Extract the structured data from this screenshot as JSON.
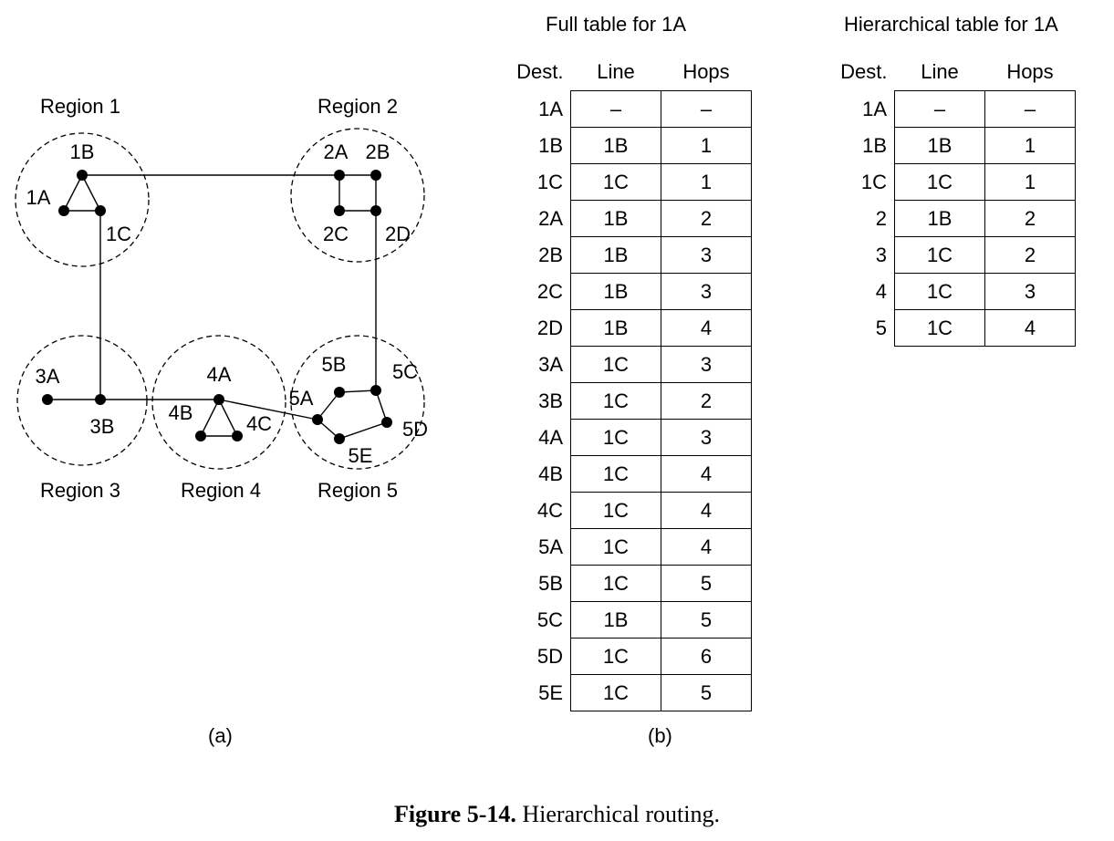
{
  "network": {
    "regions": [
      {
        "name": "Region 1"
      },
      {
        "name": "Region 2"
      },
      {
        "name": "Region 3"
      },
      {
        "name": "Region 4"
      },
      {
        "name": "Region 5"
      }
    ],
    "routers": [
      "1A",
      "1B",
      "1C",
      "2A",
      "2B",
      "2C",
      "2D",
      "3A",
      "3B",
      "4A",
      "4B",
      "4C",
      "5A",
      "5B",
      "5C",
      "5D",
      "5E"
    ],
    "links": [
      [
        "1A",
        "1B"
      ],
      [
        "1B",
        "1C"
      ],
      [
        "1A",
        "1C"
      ],
      [
        "1B",
        "2A"
      ],
      [
        "2A",
        "2B"
      ],
      [
        "2A",
        "2C"
      ],
      [
        "2B",
        "2D"
      ],
      [
        "2C",
        "2D"
      ],
      [
        "1C",
        "3B"
      ],
      [
        "2D",
        "5C"
      ],
      [
        "3A",
        "3B"
      ],
      [
        "3B",
        "4A"
      ],
      [
        "4A",
        "4B"
      ],
      [
        "4A",
        "4C"
      ],
      [
        "4B",
        "4C"
      ],
      [
        "4A",
        "5A"
      ],
      [
        "5A",
        "5B"
      ],
      [
        "5B",
        "5C"
      ],
      [
        "5C",
        "5D"
      ],
      [
        "5D",
        "5E"
      ],
      [
        "5E",
        "5A"
      ]
    ],
    "sublabel": "(a)"
  },
  "full_table": {
    "title": "Full table for 1A",
    "headers": {
      "dest": "Dest.",
      "line": "Line",
      "hops": "Hops"
    },
    "rows": [
      {
        "dest": "1A",
        "line": "–",
        "hops": "–"
      },
      {
        "dest": "1B",
        "line": "1B",
        "hops": "1"
      },
      {
        "dest": "1C",
        "line": "1C",
        "hops": "1"
      },
      {
        "dest": "2A",
        "line": "1B",
        "hops": "2"
      },
      {
        "dest": "2B",
        "line": "1B",
        "hops": "3"
      },
      {
        "dest": "2C",
        "line": "1B",
        "hops": "3"
      },
      {
        "dest": "2D",
        "line": "1B",
        "hops": "4"
      },
      {
        "dest": "3A",
        "line": "1C",
        "hops": "3"
      },
      {
        "dest": "3B",
        "line": "1C",
        "hops": "2"
      },
      {
        "dest": "4A",
        "line": "1C",
        "hops": "3"
      },
      {
        "dest": "4B",
        "line": "1C",
        "hops": "4"
      },
      {
        "dest": "4C",
        "line": "1C",
        "hops": "4"
      },
      {
        "dest": "5A",
        "line": "1C",
        "hops": "4"
      },
      {
        "dest": "5B",
        "line": "1C",
        "hops": "5"
      },
      {
        "dest": "5C",
        "line": "1B",
        "hops": "5"
      },
      {
        "dest": "5D",
        "line": "1C",
        "hops": "6"
      },
      {
        "dest": "5E",
        "line": "1C",
        "hops": "5"
      }
    ],
    "sublabel": "(b)"
  },
  "hier_table": {
    "title": "Hierarchical table for 1A",
    "headers": {
      "dest": "Dest.",
      "line": "Line",
      "hops": "Hops"
    },
    "rows": [
      {
        "dest": "1A",
        "line": "–",
        "hops": "–"
      },
      {
        "dest": "1B",
        "line": "1B",
        "hops": "1"
      },
      {
        "dest": "1C",
        "line": "1C",
        "hops": "1"
      },
      {
        "dest": "2",
        "line": "1B",
        "hops": "2"
      },
      {
        "dest": "3",
        "line": "1C",
        "hops": "2"
      },
      {
        "dest": "4",
        "line": "1C",
        "hops": "3"
      },
      {
        "dest": "5",
        "line": "1C",
        "hops": "4"
      }
    ]
  },
  "caption": {
    "label": "Figure 5-14.",
    "text": "Hierarchical routing."
  }
}
